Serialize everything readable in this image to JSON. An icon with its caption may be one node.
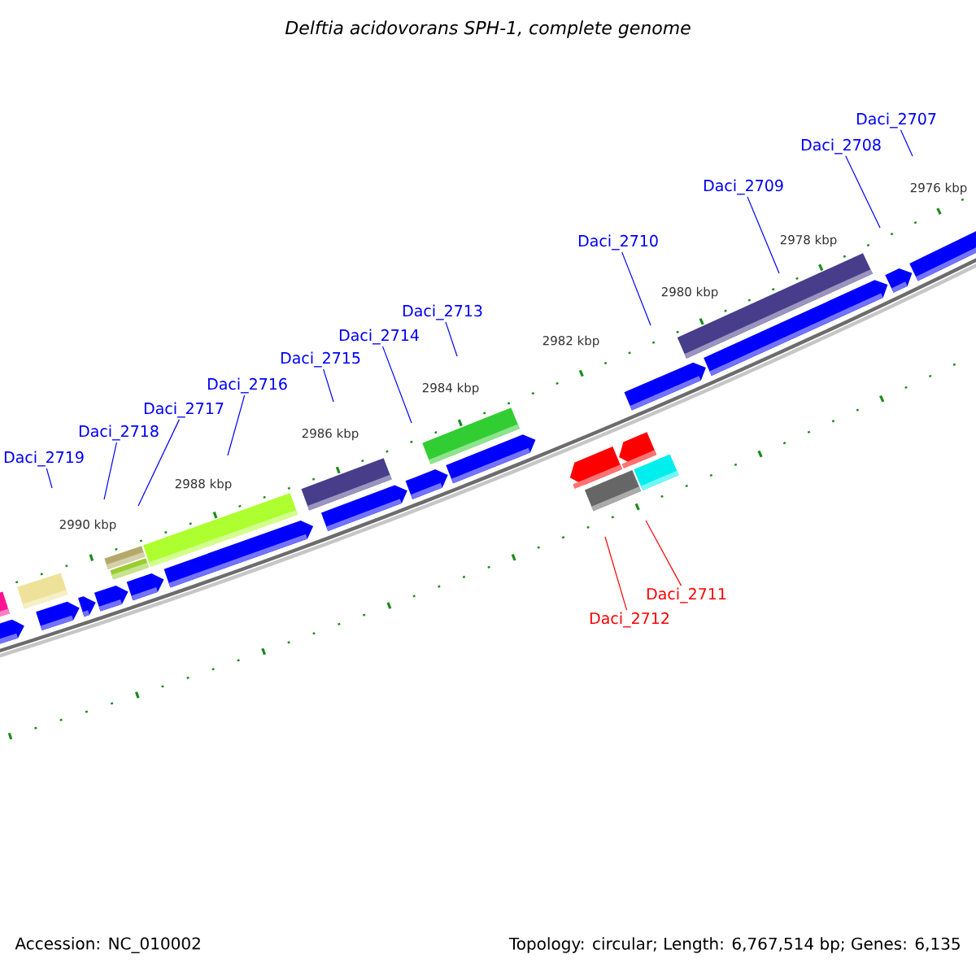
{
  "diagram": {
    "title": "Delftia acidovorans SPH-1, complete genome",
    "nodes": [
      {
        "text": [
          "Daci_2707"
        ]
      },
      {
        "text": [
          "Daci_2708"
        ]
      },
      {
        "text": [
          "Daci_2709"
        ]
      },
      {
        "text": [
          "Daci_2710"
        ]
      },
      {
        "text": [
          "Daci_2713"
        ]
      },
      {
        "text": [
          "Daci_2714"
        ]
      },
      {
        "text": [
          "Daci_2715"
        ]
      },
      {
        "text": [
          "Daci_2716"
        ]
      },
      {
        "text": [
          "Daci_2717"
        ]
      },
      {
        "text": [
          "Daci_2718"
        ]
      },
      {
        "text": [
          "Daci_2719"
        ]
      },
      {
        "text": [
          "Daci_2711"
        ]
      },
      {
        "text": [
          "Daci_2712"
        ]
      }
    ],
    "edges": [
      {
        "from": 0,
        "to": null,
        "arrow": "none"
      },
      {
        "from": 1,
        "to": null,
        "arrow": "none"
      },
      {
        "from": 2,
        "to": null,
        "arrow": "none"
      },
      {
        "from": 3,
        "to": null,
        "arrow": "none"
      },
      {
        "from": 4,
        "to": null,
        "arrow": "none"
      },
      {
        "from": 5,
        "to": null,
        "arrow": "none"
      },
      {
        "from": 6,
        "to": null,
        "arrow": "none"
      },
      {
        "from": 7,
        "to": null,
        "arrow": "none"
      },
      {
        "from": 8,
        "to": null,
        "arrow": "none"
      },
      {
        "from": 9,
        "to": null,
        "arrow": "none"
      },
      {
        "from": 10,
        "to": null,
        "arrow": "none"
      },
      {
        "from": 11,
        "to": null,
        "arrow": "none",
        "color": "#ff0000"
      },
      {
        "from": 12,
        "to": null,
        "arrow": "none",
        "color": "#ff0000"
      }
    ],
    "labels": [
      "2976 kbp",
      "2978 kbp",
      "2980 kbp",
      "2982 kbp",
      "2984 kbp",
      "2986 kbp",
      "2988 kbp",
      "2990 kbp",
      "Accession: NC_010002",
      "Topology: circular; Length: 6,767,514 bp; Genes: 6,135"
    ]
  }
}
